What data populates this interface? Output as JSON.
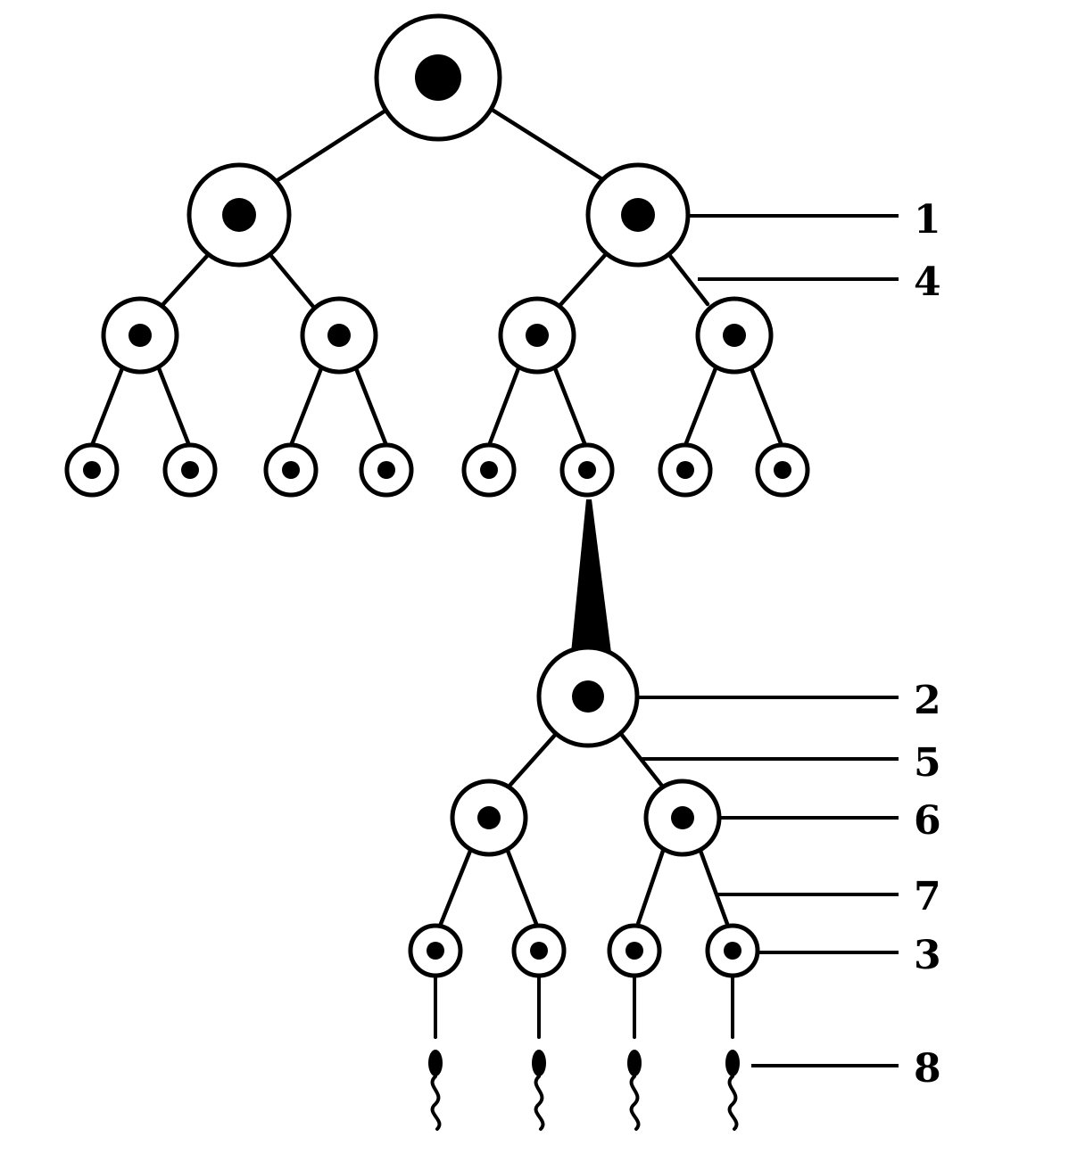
{
  "diagram": {
    "labels": {
      "l1": "1",
      "l2": "2",
      "l3": "3",
      "l4": "4",
      "l5": "5",
      "l6": "6",
      "l7": "7",
      "l8": "8"
    },
    "colors": {
      "ink": "#000000",
      "cell_fill": "#ffffff"
    }
  }
}
